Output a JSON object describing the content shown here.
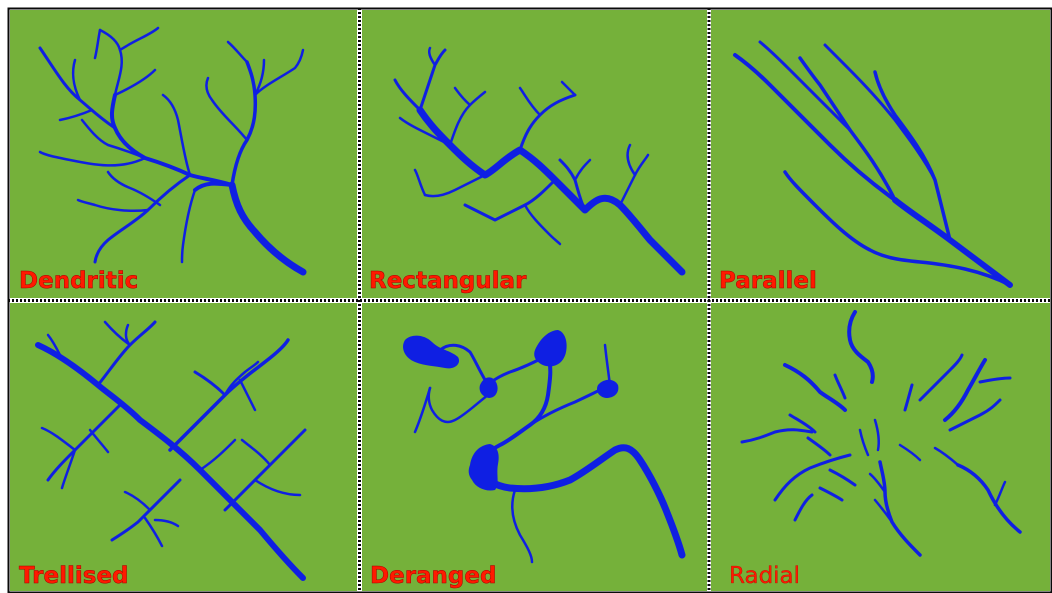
{
  "palette": {
    "land": "#75b13a",
    "stream": "#0f1fe3",
    "label": "#ff1a00",
    "divider": "#0a0a0a"
  },
  "panels": [
    {
      "id": "dendritic",
      "label": "Dendritic"
    },
    {
      "id": "rectangular",
      "label": "Rectangular"
    },
    {
      "id": "parallel",
      "label": "Parallel"
    },
    {
      "id": "trellised",
      "label": "Trellised"
    },
    {
      "id": "deranged",
      "label": "Deranged"
    },
    {
      "id": "radial",
      "label": "Radial"
    }
  ]
}
